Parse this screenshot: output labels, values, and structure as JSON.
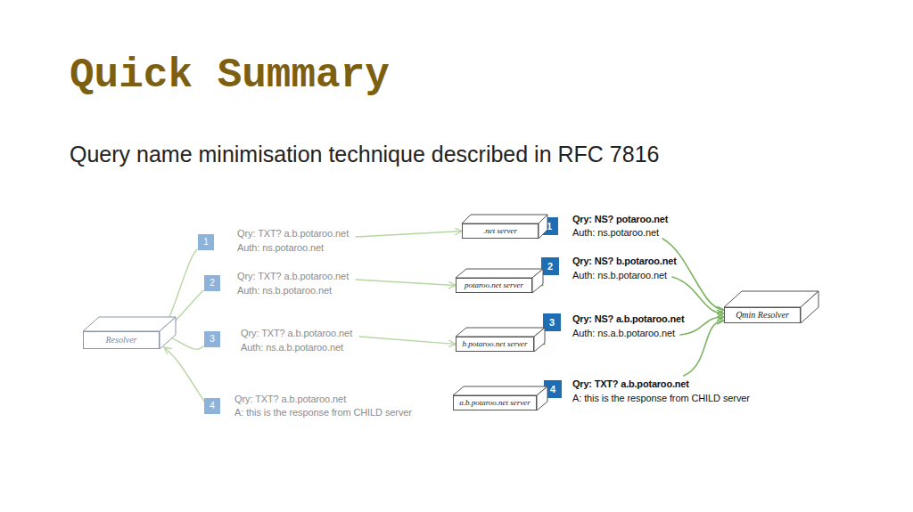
{
  "diagram": {
    "title": "Quick Summary",
    "nodes": [
      {
        "text": [
          "Resolver"
        ]
      },
      {
        "text": [
          ".net server"
        ]
      },
      {
        "text": [
          "potaroo.net server"
        ]
      },
      {
        "text": [
          "b.potaroo.net server"
        ]
      },
      {
        "text": [
          "a.b.potaroo.net server"
        ]
      },
      {
        "text": [
          "Qmin Resolver"
        ]
      }
    ],
    "edges": [
      {
        "from": 0,
        "to": 1,
        "arrow": "both"
      },
      {
        "from": 0,
        "to": 2,
        "arrow": "both"
      },
      {
        "from": 0,
        "to": 3,
        "arrow": "both"
      },
      {
        "from": 1,
        "to": 5,
        "arrow": "to"
      },
      {
        "from": 2,
        "to": 5,
        "arrow": "to"
      },
      {
        "from": 3,
        "to": 5,
        "arrow": "to"
      },
      {
        "from": 4,
        "to": 5,
        "arrow": "to"
      }
    ],
    "labels": [
      "Query name minimisation technique described in RFC 7816",
      "1",
      "Qry: TXT? a.b.potaroo.net",
      "Auth: ns.potaroo.net",
      "2",
      "Qry: TXT? a.b.potaroo.net",
      "Auth: ns.b.potaroo.net",
      "3",
      "Qry: TXT? a.b.potaroo.net",
      "Auth: ns.a.b.potaroo.net",
      "4",
      "Qry: TXT? a.b.potaroo.net",
      "A: this is the response from CHILD server",
      "1",
      "Qry: NS? potaroo.net",
      "Auth: ns.potaroo.net",
      "2",
      "Qry: NS? b.potaroo.net",
      "Auth: ns.b.potaroo.net",
      "3",
      "Qry: NS? a.b.potaroo.net",
      "Auth: ns.a.b.potaroo.net",
      "4",
      "Qry: TXT? a.b.potaroo.net",
      "A: this is the response from CHILD server"
    ]
  }
}
